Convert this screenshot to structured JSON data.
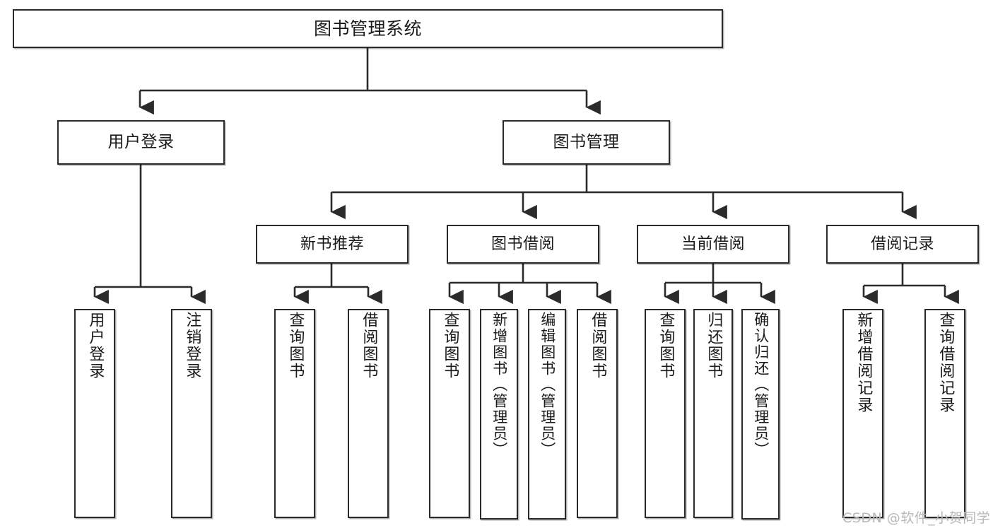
{
  "diagram": {
    "type": "tree",
    "title": "图书管理系统",
    "watermark": "CSDN @软件_小贺同学",
    "colors": {
      "stroke": "#2b2b2b",
      "fill": "#ffffff",
      "text": "#1a1a1a",
      "watermark": "#b8b8b8"
    },
    "root": {
      "label": "图书管理系统"
    },
    "level2": [
      {
        "label": "用户登录"
      },
      {
        "label": "图书管理"
      }
    ],
    "level3": [
      {
        "label": "新书推荐"
      },
      {
        "label": "图书借阅"
      },
      {
        "label": "当前借阅"
      },
      {
        "label": "借阅记录"
      }
    ],
    "leaves": {
      "user_login": [
        {
          "label": "用户登录"
        },
        {
          "label": "注销登录"
        }
      ],
      "new_book": [
        {
          "label": "查询图书"
        },
        {
          "label": "借阅图书"
        }
      ],
      "borrow_book": [
        {
          "label": "查询图书"
        },
        {
          "label": "新增图书（管理员）"
        },
        {
          "label": "编辑图书（管理员）"
        },
        {
          "label": "借阅图书"
        }
      ],
      "current_borrow": [
        {
          "label": "查询图书"
        },
        {
          "label": "归还图书"
        },
        {
          "label": "确认归还（管理员）"
        }
      ],
      "borrow_record": [
        {
          "label": "新增借阅记录"
        },
        {
          "label": "查询借阅记录"
        }
      ]
    }
  }
}
